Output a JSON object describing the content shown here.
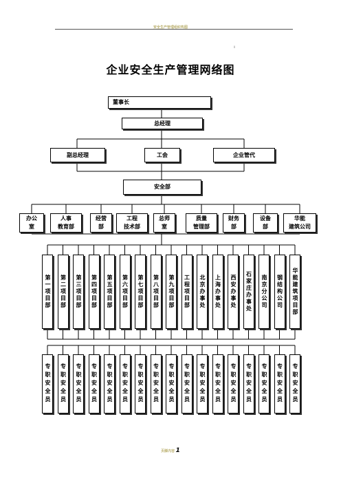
{
  "header": {
    "text": "安全生产管理组织构图"
  },
  "title": "企业安全生产管理网络图",
  "mark": "II",
  "chairman": "董事长",
  "gm": "总经理",
  "deputies": [
    "副总经理",
    "工会",
    "企业管代"
  ],
  "safety_dept": "安全部",
  "departments": [
    "办公\n室",
    "人事\n教育部",
    "经营\n部",
    "工程\n技术部",
    "总师\n室",
    "质量\n管理部",
    "财务\n部",
    "设备\n部",
    "华能\n建筑公司"
  ],
  "units": [
    "第一项目部",
    "第二项目部",
    "第三项目部",
    "第四项目部",
    "第五项目部",
    "第六项目部",
    "第七项目部",
    "第八项目部",
    "第九项目部",
    "工程项目部",
    "北京办事处",
    "上海办事处",
    "西安办事处",
    "石家庄办事处",
    "南京分公司",
    "钢结构公司",
    "华能建筑项目部"
  ],
  "officer_label": "专职安全员",
  "footer": {
    "text": "页脚内容",
    "page": "1"
  }
}
